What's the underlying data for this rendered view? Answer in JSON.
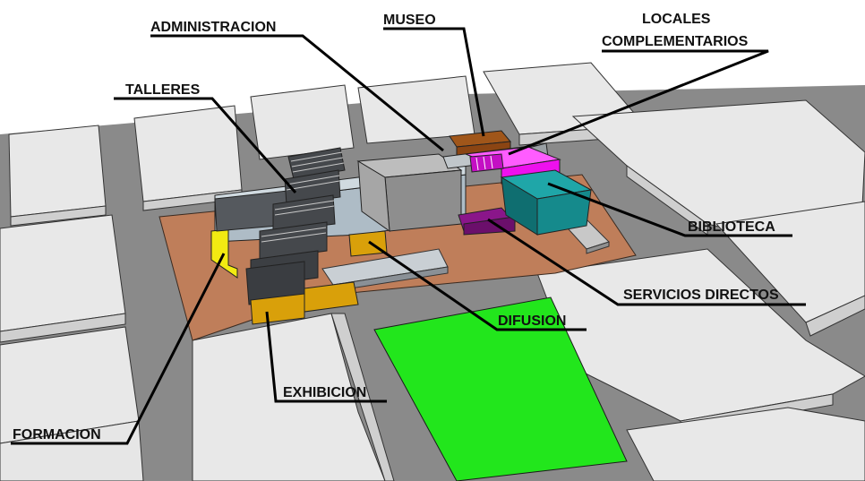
{
  "labels": {
    "administracion": "ADMINISTRACION",
    "museo": "MUSEO",
    "locales_line1": "LOCALES",
    "locales_line2": "COMPLEMENTARIOS",
    "talleres": "TALLERES",
    "biblioteca": "BIBLIOTECA",
    "servicios_directos": "SERVICIOS DIRECTOS",
    "difusion": "DIFUSION",
    "exhibicion": "EXHIBICION",
    "formacion": "FORMACION"
  },
  "colors": {
    "site_terracotta": "#bf7e5a",
    "green_park": "#22e61c",
    "museo_brown": "#8b4513",
    "locales_magenta": "#ee10ee",
    "servicios_purple": "#8a168a",
    "biblioteca_teal": "#158a8c",
    "formacion_yellow": "#f2ea12",
    "exhibicion_gold": "#d9a00a",
    "talleres_dark": "#45484c",
    "administracion_gray": "#8e8e8e",
    "street_gray": "#808080",
    "block_light": "#e6e6e6"
  }
}
